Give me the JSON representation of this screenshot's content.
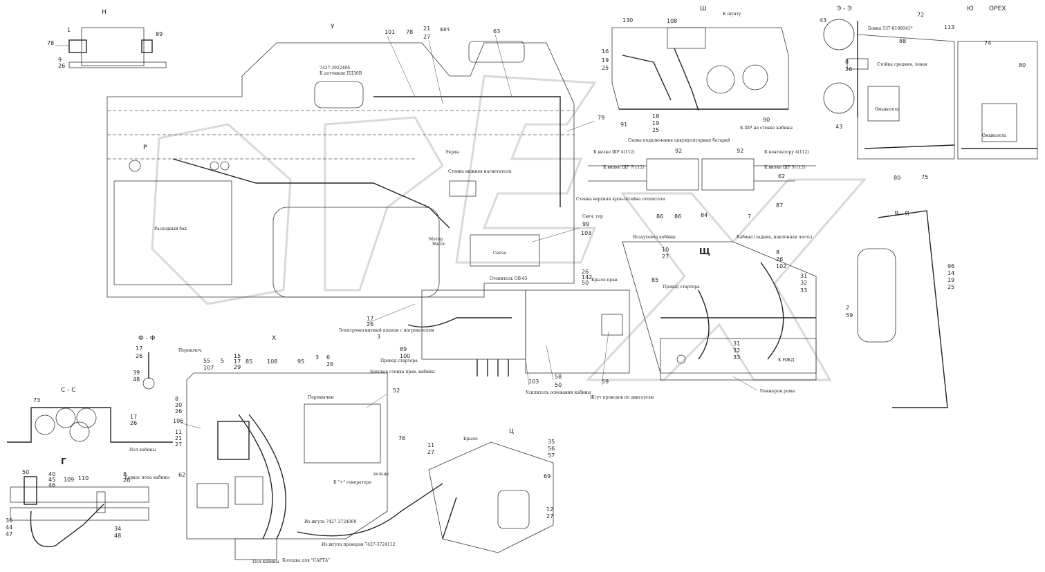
{
  "sections": [
    "Н",
    "У",
    "Ш",
    "Э - Э",
    "Ю",
    "Р",
    "Ф - Ф",
    "С - С",
    "Г",
    "Х",
    "Щ",
    "Ц",
    "Я - Я"
  ],
  "labels": {
    "kamaz_sensor_code": "7427-3922406",
    "to_sensor": "К датчикам ПД30В",
    "to_shunt": "К шунту",
    "battery_scheme": "Схема подключения аккумуляторных батарей",
    "to_battery_wall": "К ШР на стенке кабины",
    "to_fork_ШР4": "К вилке ШР 4(112)",
    "to_fork_ШР7": "К вилке ШР 7(112)",
    "to_contactor": "К контактору 4(112)",
    "to_fork_ШР5": "К вилке ШР 5(112)",
    "bracket": "Бонка 537-8106041*",
    "pillar": "Стойка средняя, левая",
    "washer_1": "Омыватель",
    "washer_2": "Омыватель",
    "tank": "Расходный бак",
    "screen": "Экран",
    "lower_wall": "Стенка нижняя нагнетателя",
    "upper_wall": "Стенка верхняя крон-штейна отопителя",
    "sensor_gor": "Свеч. гор",
    "plug": "Свеча",
    "heater": "Отопитель ОВ-65",
    "pump": "Насос",
    "valve_m": "Мотор",
    "cab_roof": "Крыло прав.",
    "solenoid": "Электромагнитный клапан с нагревателем",
    "starter_wire": "Провод стартера",
    "starter_wire2": "Провод стартера",
    "cab_base": "Усилитель основания кабины",
    "harness_engine": "Жгут проводов по двигателю",
    "frame_spar": "Лонжерон рамы",
    "air_duct": "Воздуховод кабины",
    "cab_rear": "Кабина (задняя, наклонная часть)",
    "to_knzh": "К НЖД",
    "switch_mass": "Переключ.",
    "cab_side": "Боковая стенка прав. кабины",
    "jumpers": "Перемычки",
    "generator": "К \"+\" генератора",
    "from_harness_1": "Из жгута 7427-3724060",
    "from_harness_2": "Из жгута проводов 7427-3724112",
    "block_sarta": "Колодка для \"САРТА\"",
    "cab_floor": "Пол кабины",
    "cab_floor2": "Пол кабины",
    "cab_frame": "Каркас пола кабины",
    "wing": "Крыло",
    "ring": "кольцо",
    "tu_code": "ФВЧ"
  },
  "numbers": {
    "n1": "78",
    "n2": "9",
    "n3": "26",
    "n4": "89",
    "n5": "1",
    "n6": "101",
    "n7": "78",
    "n8": "21",
    "n9": "27",
    "n10": "63",
    "n11": "130",
    "n12": "16",
    "n13": "19",
    "n14": "25",
    "n15": "91",
    "n16": "108",
    "n17": "18",
    "n18": "19",
    "n19": "25",
    "n20": "90",
    "n21": "43",
    "n22": "8",
    "n23": "26",
    "n24": "43",
    "n25": "72",
    "n26": "113",
    "n27": "88",
    "n28": "74",
    "n29": "80",
    "n30": "80",
    "n31": "75",
    "n32": "92",
    "n33": "92",
    "n34": "62",
    "n35": "86",
    "n36": "86",
    "n37": "84",
    "n38": "7",
    "n39": "87",
    "n40": "79",
    "n41": "99",
    "n42": "103",
    "n43": "26",
    "n44": "142",
    "n45": "50",
    "n46": "17",
    "n47": "26",
    "n48": "3",
    "n49": "89",
    "n50": "100",
    "n51": "103",
    "n52": "58",
    "n53": "50",
    "n54": "59",
    "n55": "10",
    "n56": "27",
    "n57": "85",
    "n58": "8",
    "n59": "26",
    "n60": "102",
    "n61": "31",
    "n62": "32",
    "n63": "33",
    "n64": "31",
    "n65": "32",
    "n66": "33",
    "n67": "2",
    "n68": "59",
    "n69": "96",
    "n70": "14",
    "n71": "19",
    "n72": "25",
    "n73": "17",
    "n74": "26",
    "n75": "39",
    "n76": "48",
    "n77": "73",
    "n78": "17",
    "n79": "26",
    "n80": "50",
    "n81": "40",
    "n82": "45",
    "n83": "46",
    "n84": "109",
    "n85": "110",
    "n86": "36",
    "n87": "44",
    "n88": "47",
    "n89": "8",
    "n90": "26",
    "n91": "34",
    "n92": "48",
    "n93": "55",
    "n94": "107",
    "n95": "5",
    "n96": "15",
    "n97": "17",
    "n98": "29",
    "n99": "85",
    "n100": "108",
    "n101": "95",
    "n102": "3",
    "n103": "6",
    "n104": "26",
    "n105": "8",
    "n106": "20",
    "n107": "26",
    "n108": "106",
    "n109": "11",
    "n110": "21",
    "n111": "27",
    "n112": "62",
    "n113": "52",
    "n114": "76",
    "n115": "11",
    "n116": "27",
    "n117": "35",
    "n118": "56",
    "n119": "57",
    "n120": "69",
    "n121": "12",
    "n122": "27"
  },
  "watermark": "OPEX"
}
